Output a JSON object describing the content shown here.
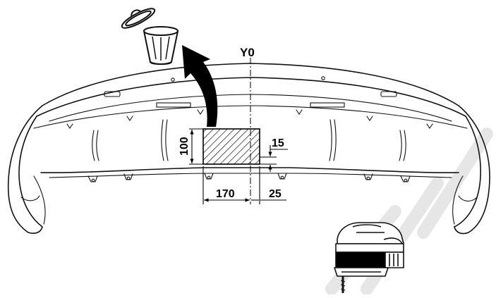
{
  "diagram": {
    "axis_label": "Y0",
    "dimensions": {
      "height": "100",
      "width": "170",
      "offset_right": "25",
      "offset_vertical": "15"
    },
    "icons": {
      "waste_bin": "trash-bin-icon",
      "jigsaw": "jigsaw-tool-icon",
      "removal_arrow": "curved-arrow-icon"
    },
    "colors": {
      "ink": "#111111",
      "watermark": "#e6e6e6"
    }
  }
}
